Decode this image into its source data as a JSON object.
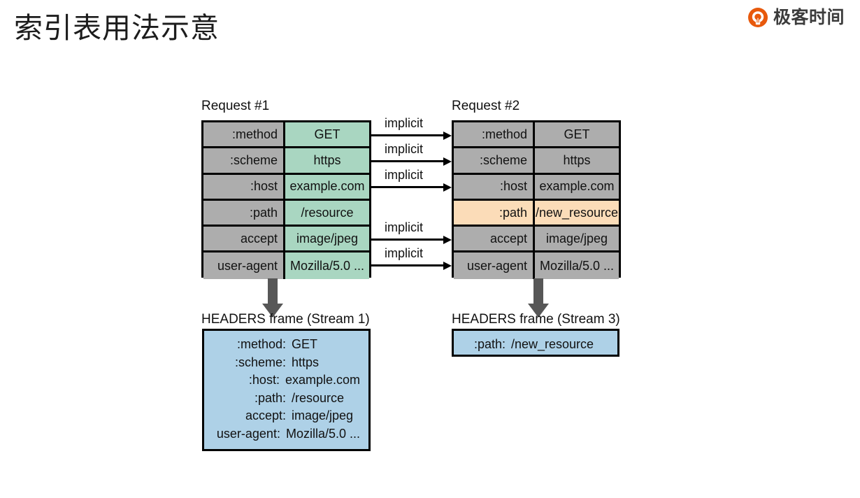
{
  "page": {
    "title": "索引表用法示意"
  },
  "brand": {
    "name": "极客时间",
    "mark_icon": "geektime-logo-icon",
    "accent_color": "#e8590c"
  },
  "colors": {
    "cell_gray": "#adadad",
    "cell_green": "#a9d6c1",
    "cell_peach": "#fbdcb8",
    "frame_blue": "#aed1e7",
    "arrow_gray": "#575757",
    "border_black": "#000000"
  },
  "diagram": {
    "request1": {
      "title": "Request #1",
      "rows": [
        {
          "key": ":method",
          "value": "GET",
          "highlight": false
        },
        {
          "key": ":scheme",
          "value": "https",
          "highlight": false
        },
        {
          "key": ":host",
          "value": "example.com",
          "highlight": false
        },
        {
          "key": ":path",
          "value": "/resource",
          "highlight": false
        },
        {
          "key": "accept",
          "value": "image/jpeg",
          "highlight": false
        },
        {
          "key": "user-agent",
          "value": "Mozilla/5.0 ...",
          "highlight": false
        }
      ]
    },
    "request2": {
      "title": "Request #2",
      "rows": [
        {
          "key": ":method",
          "value": "GET",
          "highlight": false
        },
        {
          "key": ":scheme",
          "value": "https",
          "highlight": false
        },
        {
          "key": ":host",
          "value": "example.com",
          "highlight": false
        },
        {
          "key": ":path",
          "value": "/new_resource",
          "highlight": true
        },
        {
          "key": "accept",
          "value": "image/jpeg",
          "highlight": false
        },
        {
          "key": "user-agent",
          "value": "Mozilla/5.0 ...",
          "highlight": false
        }
      ]
    },
    "connectors": [
      {
        "label": "implicit",
        "from_row": 0
      },
      {
        "label": "implicit",
        "from_row": 1
      },
      {
        "label": "implicit",
        "from_row": 2
      },
      {
        "label": "implicit",
        "from_row": 4
      },
      {
        "label": "implicit",
        "from_row": 5
      }
    ],
    "frame1": {
      "caption": "HEADERS frame (Stream 1)",
      "lines": [
        {
          "key": ":method:",
          "value": "GET"
        },
        {
          "key": ":scheme:",
          "value": "https"
        },
        {
          "key": ":host:",
          "value": "example.com"
        },
        {
          "key": ":path:",
          "value": "/resource"
        },
        {
          "key": "accept:",
          "value": "image/jpeg"
        },
        {
          "key": "user-agent:",
          "value": "Mozilla/5.0 ..."
        }
      ]
    },
    "frame3": {
      "caption": "HEADERS frame (Stream 3)",
      "lines": [
        {
          "key": ":path:",
          "value": "/new_resource"
        }
      ]
    }
  }
}
